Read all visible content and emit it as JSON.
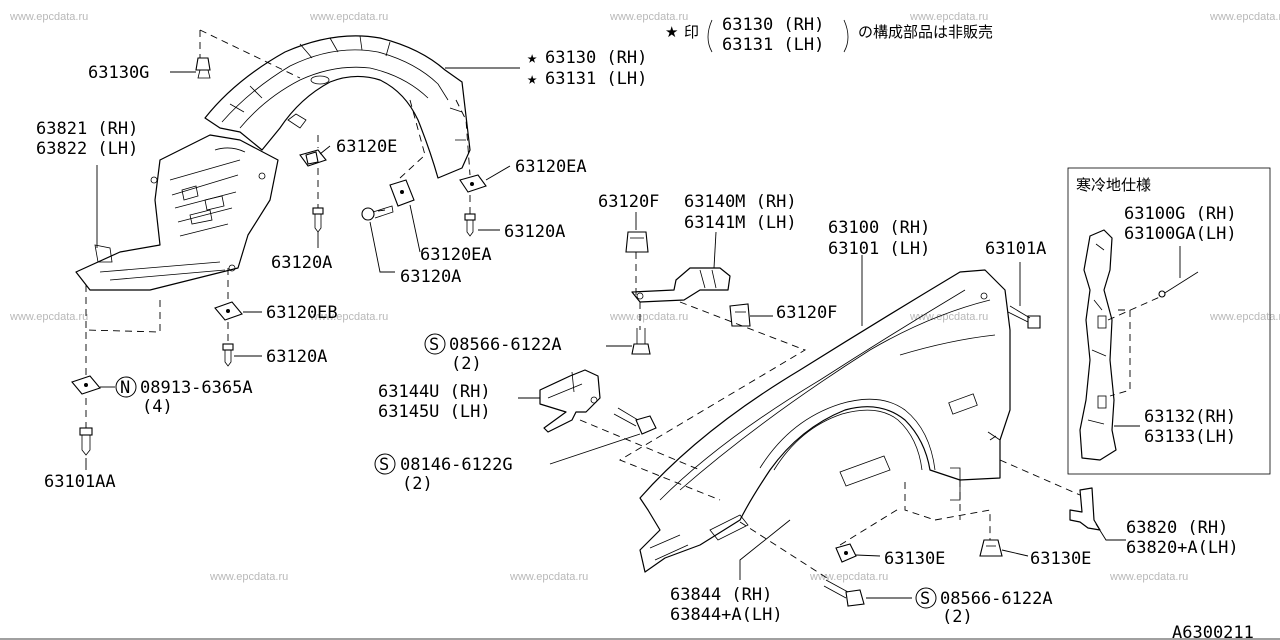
{
  "watermark": "www.epcdata.ru",
  "footer_code": "A6300211",
  "note": {
    "star": "★",
    "mark": "印",
    "parts": [
      "63130 (RH)",
      "63131 (LH)"
    ],
    "suffix": "の構成部品は非販売"
  },
  "inset_title": "寒冷地仕様",
  "labels": {
    "p63130G": "63130G",
    "p63130": "63130 (RH)",
    "p63131": "63131 (LH)",
    "p63821": "63821 (RH)",
    "p63822": "63822 (LH)",
    "p63120E": "63120E",
    "p63120EA_1": "63120EA",
    "p63120A_1": "63120A",
    "p63120EA_2": "63120EA",
    "p63120A_2": "63120A",
    "p63120A_3": "63120A",
    "p63120EB": "63120EB",
    "p63120A_4": "63120A",
    "p08913": "08913-6365A",
    "q08913": "(4)",
    "p63101AA": "63101AA",
    "p63120F_1": "63120F",
    "p63140M": "63140M (RH)",
    "p63141M": "63141M (LH)",
    "p63100": "63100 (RH)",
    "p63101": "63101 (LH)",
    "p63101A": "63101A",
    "p63120F_2": "63120F",
    "p08566_1": "08566-6122A",
    "q08566_1": "(2)",
    "p63144U": "63144U (RH)",
    "p63145U": "63145U (LH)",
    "p08146": "08146-6122G",
    "q08146": "(2)",
    "p63100G": "63100G (RH)",
    "p63100GA": "63100GA(LH)",
    "p63132": "63132(RH)",
    "p63133": "63133(LH)",
    "p63820": "63820   (RH)",
    "p63820A": "63820+A(LH)",
    "p63130E_1": "63130E",
    "p63130E_2": "63130E",
    "p63844": "63844   (RH)",
    "p63844A": "63844+A(LH)",
    "p08566_2": "08566-6122A",
    "q08566_2": "(2)"
  },
  "symbols": {
    "S": "S",
    "N": "N",
    "star": "★"
  }
}
